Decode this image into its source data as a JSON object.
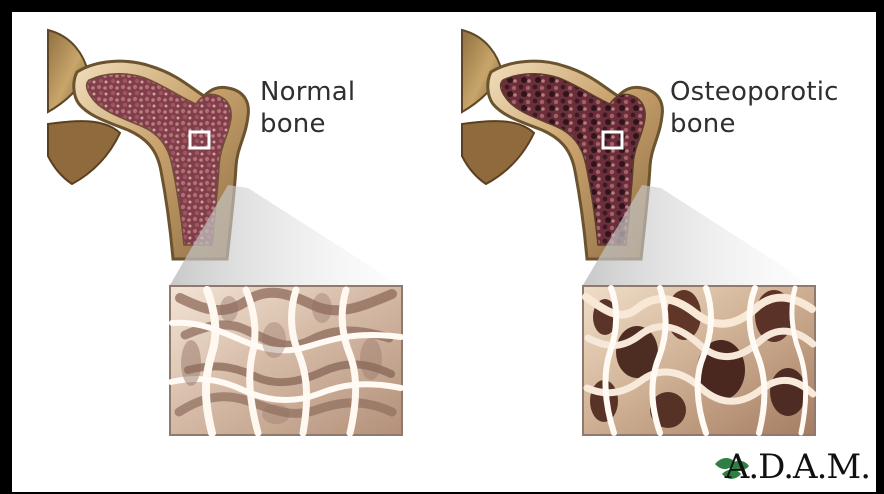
{
  "labels": {
    "normal": "Normal\nbone",
    "osteoporotic": "Osteoporotic\nbone"
  },
  "brand": {
    "name": "A.D.A.M."
  },
  "colors": {
    "bone_outer": "#b79b67",
    "bone_highlight": "#e6cfaa",
    "marrow": "#8a4450",
    "marrow_dark": "#5c2734",
    "zoom_bg": "#d9c0aa",
    "zoom_dark": "#6c4a3d",
    "brand_green": "#2d7f45"
  }
}
